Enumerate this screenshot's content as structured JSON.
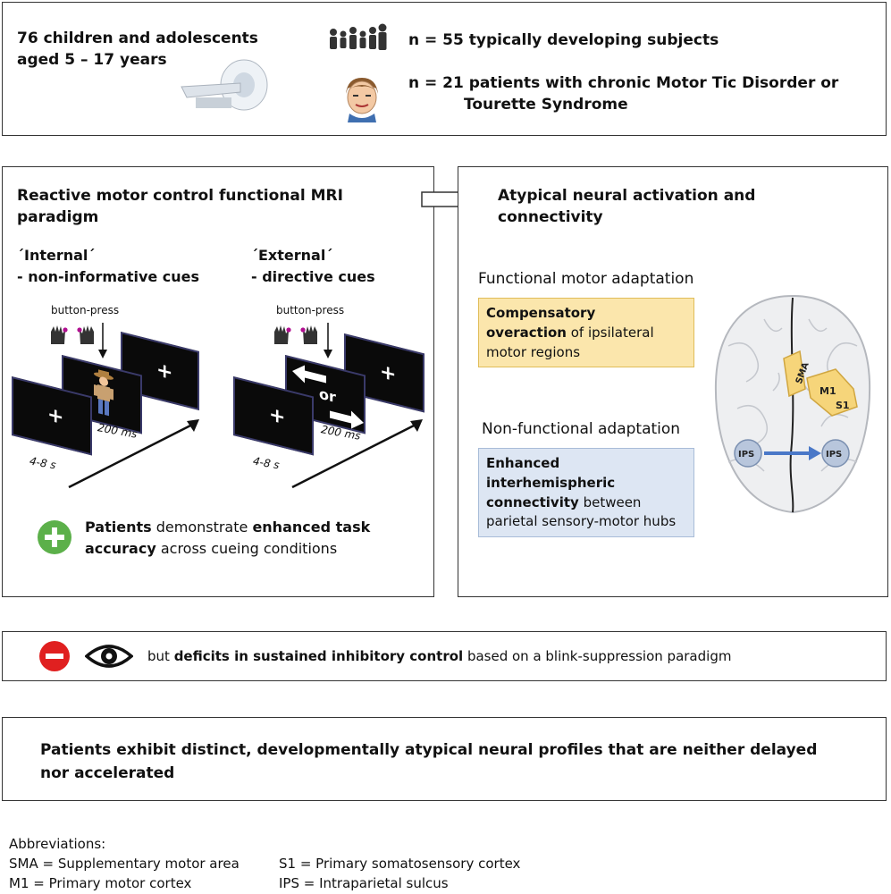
{
  "header": {
    "cohort_line1": "76 children and adolescents",
    "cohort_line2": "aged 5 – 17 years",
    "group1": "n = 55 typically developing subjects",
    "group2_line1": "n = 21 patients with chronic Motor Tic Disorder or",
    "group2_line2": "Tourette Syndrome"
  },
  "paradigm": {
    "title_line1": "Reactive motor control functional MRI",
    "title_line2": "paradigm",
    "internal_title": "´Internal´",
    "internal_sub": "- non-informative cues",
    "external_title": "´External´",
    "external_sub": "- directive cues",
    "button_press": "button-press",
    "plus": "+",
    "or": "or",
    "cue_duration": "200 ms",
    "fixation_duration": "4-8 s",
    "result_bold1": "Patients",
    "result_mid": " demonstrate ",
    "result_bold2": "enhanced task",
    "result_bold3": "accuracy",
    "result_end": " across cueing conditions"
  },
  "activation": {
    "title_line1": "Atypical neural activation and",
    "title_line2": "connectivity",
    "functional_label": "Functional motor adaptation",
    "functional_bold1": "Compensatory",
    "functional_bold2": "overaction",
    "functional_rest1": " of ipsilateral",
    "functional_rest2": "motor regions",
    "nonfunctional_label": "Non-functional adaptation",
    "nonfunctional_bold1": "Enhanced",
    "nonfunctional_bold2": "interhemispheric",
    "nonfunctional_bold3": "connectivity",
    "nonfunctional_rest1": " between",
    "nonfunctional_rest2": "parietal sensory-motor hubs",
    "brain_labels": {
      "sma": "SMA",
      "m1": "M1",
      "s1": "S1",
      "ips_left": "IPS",
      "ips_right": "IPS"
    }
  },
  "deficit": {
    "prefix": "but ",
    "bold": "deficits in sustained inhibitory control",
    "suffix": " based on a blink-suppression paradigm"
  },
  "conclusion": {
    "line1": "Patients exhibit distinct, developmentally atypical neural profiles that are neither delayed",
    "line2": "nor accelerated"
  },
  "abbreviations": {
    "title": "Abbreviations:",
    "sma": "SMA = Supplementary motor area",
    "m1": "M1 = Primary motor cortex",
    "s1": "S1 = Primary somatosensory cortex",
    "ips": "IPS = Intraparietal sulcus"
  },
  "colors": {
    "plus_green": "#5cb04a",
    "minus_red": "#e02020",
    "yellow_box": "#fbe6ac",
    "blue_box": "#dde6f3",
    "arrow_blue": "#4a78c8"
  },
  "icons": [
    "mri-scanner-icon",
    "family-icon",
    "child-face-icon",
    "hands-icon",
    "cowboy-icon",
    "plus-circle-icon",
    "minus-circle-icon",
    "eye-icon",
    "brain-icon"
  ]
}
